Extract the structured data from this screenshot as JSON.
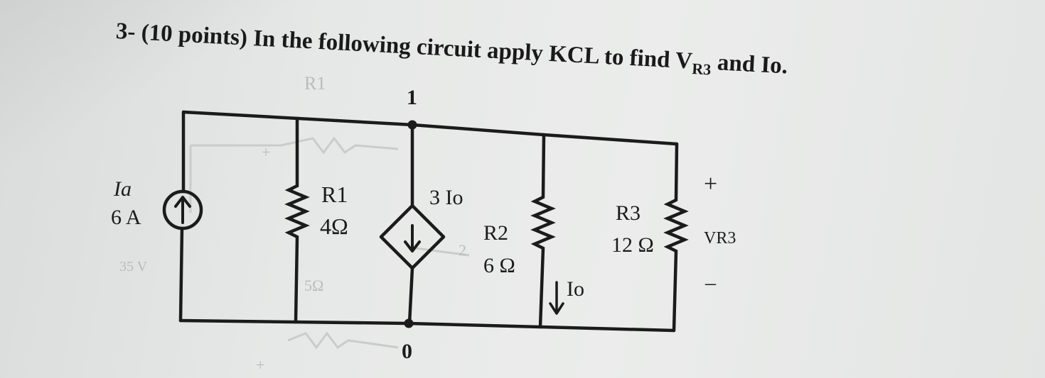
{
  "problem": {
    "number": "3-",
    "points": "(10 points)",
    "text": "In the following circuit apply KCL to",
    "find_word": "find V",
    "find_sub": "R3",
    "tail": "and Io."
  },
  "circuit": {
    "node_top": "1",
    "node_bottom": "0",
    "source": {
      "name": "Ia",
      "value": "6 A"
    },
    "r1": {
      "name": "R1",
      "value": "4Ω"
    },
    "dep_source": {
      "label": "3 Io"
    },
    "r2": {
      "name": "R2",
      "value": "6 Ω"
    },
    "io_label": "Io",
    "r3": {
      "name": "R3",
      "value": "12 Ω"
    },
    "vr3": {
      "plus": "+",
      "label": "VR3",
      "minus": "–"
    }
  },
  "ghost_marks": {
    "r1_ghost": "R1",
    "v_ghost": "35 V",
    "omega_ghost": "5Ω",
    "two_ghost": "2",
    "plus_ghost_a": "+",
    "plus_ghost_b": "+"
  }
}
